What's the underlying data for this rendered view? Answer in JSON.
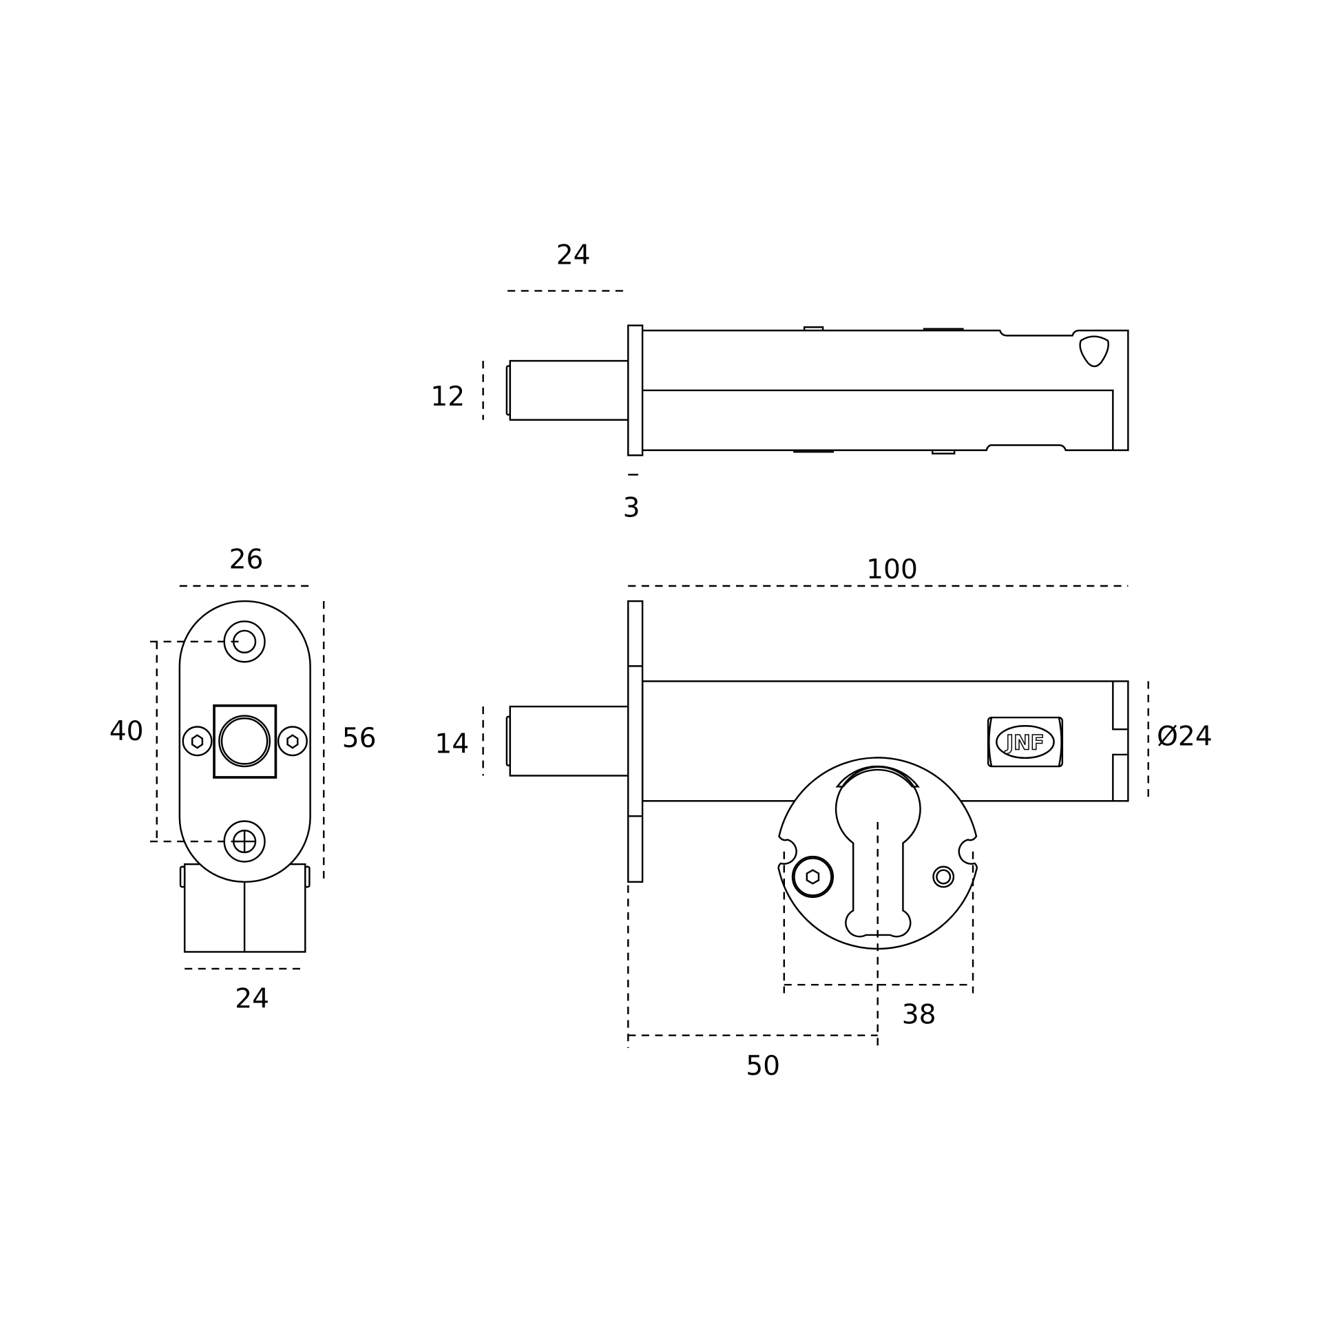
{
  "title": "Security bolt technical drawing",
  "top_view": {
    "bolt_projection": "24",
    "bolt_height": "12",
    "plate_thickness": "3"
  },
  "side_view": {
    "width": "26",
    "hole_spacing": "40",
    "height": "56",
    "base_width": "24"
  },
  "front_view": {
    "length": "100",
    "bolt_height": "14",
    "diameter": "Ø24",
    "escutcheon_screw_spacing": "38",
    "backset": "50"
  },
  "logo": {
    "text": "JNF"
  }
}
